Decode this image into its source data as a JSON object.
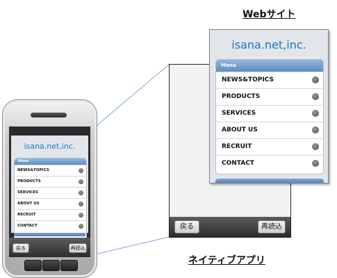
{
  "labels": {
    "web_site": "Webサイト",
    "native_app": "ネイティブアプリ"
  },
  "site": {
    "title": "isana.net,inc.",
    "menu_header": "Menu",
    "menu_items": [
      "NEWS&TOPICS",
      "PRODUCTS",
      "SERVICES",
      "ABOUT US",
      "RECRUIT",
      "CONTACT"
    ]
  },
  "toolbar": {
    "back_label": "戻る",
    "reload_label": "再読込"
  },
  "colors": {
    "title_blue": "#1a7ac4",
    "menu_header_blue": "#6a98cc",
    "connector_blue": "#7ea6d6"
  }
}
